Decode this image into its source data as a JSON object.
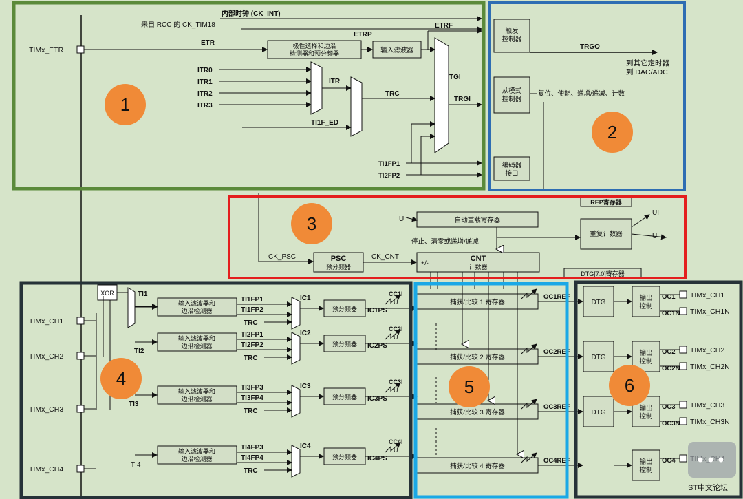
{
  "colors": {
    "background": "#d6e4c9",
    "block_fill": "#d3dfc7",
    "region1": "#5b8a3a",
    "region2": "#2e6db3",
    "region3": "#e41e1e",
    "region4": "#263238",
    "region5": "#1aa8e6",
    "region6": "#263238",
    "badge": "#f08a37"
  },
  "badges": [
    "1",
    "2",
    "3",
    "4",
    "5",
    "6"
  ],
  "signals": {
    "ck_int": "内部时钟 (CK_INT)",
    "ck_tim18": "来自 RCC 的 CK_TIM18",
    "etr": "ETR",
    "etrp": "ETRP",
    "etrf": "ETRF",
    "itr0": "ITR0",
    "itr1": "ITR1",
    "itr2": "ITR2",
    "itr3": "ITR3",
    "itr": "ITR",
    "trc": "TRC",
    "tgi": "TGI",
    "trgi": "TRGI",
    "ti1f_ed": "TI1F_ED",
    "ti1fp1": "TI1FP1",
    "ti2fp2": "TI2FP2",
    "trgo": "TRGO",
    "trgo_dest": "到其它定时器\n到 DAC/ADC",
    "slave_out": "复位、使能、递增/递减、计数",
    "u": "U",
    "ui": "UI",
    "stop_clear": "停止、清零或递增/递减",
    "ck_psc": "CK_PSC",
    "ck_cnt": "CK_CNT",
    "plus_minus": "+/-",
    "xor": "XOR",
    "ti1": "TI1",
    "ti2": "TI2",
    "ti3": "TI3",
    "ti4": "TI4",
    "ch_inputs": {
      "ch1_a": "TI1FP1",
      "ch1_b": "TI1FP2",
      "ch2_a": "TI2FP1",
      "ch2_b": "TI2FP2",
      "ch3_a": "TI3FP3",
      "ch3_b": "TI3FP4",
      "ch4_a": "TI4FP3",
      "ch4_b": "TI4FP4"
    },
    "ic": [
      "IC1",
      "IC2",
      "IC3",
      "IC4"
    ],
    "icps": [
      "IC1PS",
      "IC2PS",
      "IC3PS",
      "IC4PS"
    ],
    "cci": [
      "CC1I",
      "CC2I",
      "CC3I",
      "CC4I"
    ],
    "ocref": [
      "OC1REF",
      "OC2REF",
      "OC3REF",
      "OC4REF"
    ],
    "oc_out": [
      "OC1",
      "OC2",
      "OC3",
      "OC4"
    ],
    "ocn_out": [
      "OC1N",
      "OC2N",
      "OC3N"
    ],
    "dtg_reg": "DTG[7:0]寄存器",
    "rep_reg": "REP寄存器"
  },
  "pins": {
    "etr": "TIMx_ETR",
    "ch1": "TIMx_CH1",
    "ch2": "TIMx_CH2",
    "ch3": "TIMx_CH3",
    "ch4": "TIMx_CH4",
    "ch1n": "TIMx_CH1N",
    "ch2n": "TIMx_CH2N",
    "ch3n": "TIMx_CH3N"
  },
  "blocks": {
    "polarity": "极性选择和边沿\n检测器和预分频器",
    "input_filter": "输入滤波器",
    "trigger_ctrl": "触发\n控制器",
    "slave_mode": "从模式\n控制器",
    "encoder": "编码器\n接口",
    "auto_reload": "自动重载寄存器",
    "rep_counter": "重复计数器",
    "psc_title": "PSC",
    "psc_sub": "预分频器",
    "cnt_title": "CNT",
    "cnt_sub": "计数器",
    "input_filter_edge": "输入滤波器和\n边沿检测器",
    "prescaler": "预分频器",
    "capture_compare": [
      "捕获/比较 1 寄存器",
      "捕获/比较 2 寄存器",
      "捕获/比较 3 寄存器",
      "捕获/比较 4 寄存器"
    ],
    "dtg": "DTG",
    "output_ctrl": "输出\n控制"
  },
  "watermark": "ST中文论坛"
}
